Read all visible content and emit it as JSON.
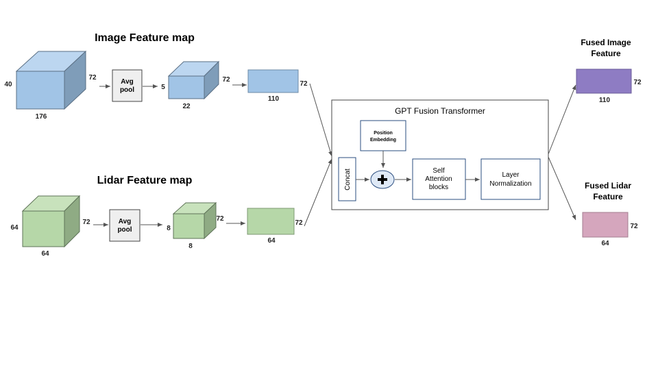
{
  "image_branch": {
    "title": "Image Feature map",
    "cube_dims": {
      "height": "40",
      "depth": "72",
      "width": "176"
    },
    "pool_label_1": "Avg",
    "pool_label_2": "pool",
    "pooled_dims": {
      "height": "5",
      "depth": "72",
      "width": "22"
    },
    "flat_dims": {
      "depth": "72",
      "width": "110"
    }
  },
  "lidar_branch": {
    "title": "Lidar Feature map",
    "cube_dims": {
      "height": "64",
      "depth": "72",
      "width": "64"
    },
    "pool_label_1": "Avg",
    "pool_label_2": "pool",
    "pooled_dims": {
      "height": "8",
      "depth": "72",
      "width": "8"
    },
    "flat_dims": {
      "depth": "72",
      "width": "64"
    }
  },
  "transformer": {
    "title": "GPT Fusion Transformer",
    "concat": "Concat",
    "position_1": "Position",
    "position_2": "Embedding",
    "plus": "+",
    "self_attention_1": "Self",
    "self_attention_2": "Attention",
    "self_attention_3": "blocks",
    "layer_norm_1": "Layer",
    "layer_norm_2": "Normalization"
  },
  "outputs": {
    "image_title_1": "Fused Image",
    "image_title_2": "Feature",
    "image_dims": {
      "depth": "72",
      "width": "110"
    },
    "lidar_title_1": "Fused Lidar",
    "lidar_title_2": "Feature",
    "lidar_dims": {
      "depth": "72",
      "width": "64"
    }
  },
  "colors": {
    "image_blue": "#a1c4e6",
    "image_blue_top": "#bcd6f0",
    "image_blue_side": "#7f9db9",
    "lidar_green": "#b6d7a8",
    "lidar_green_top": "#c8e2bc",
    "lidar_green_side": "#8fab84",
    "fused_purple": "#8e7cc3",
    "fused_pink": "#d5a6bd",
    "pool_gray": "#efefef"
  }
}
